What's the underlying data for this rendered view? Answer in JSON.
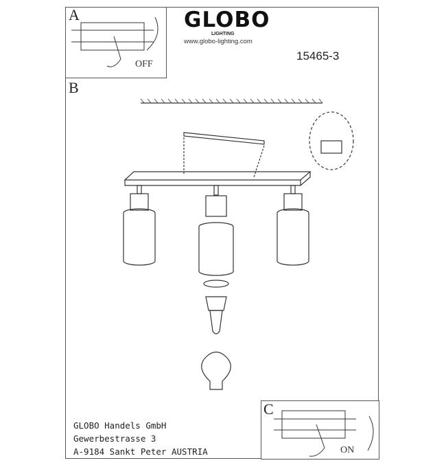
{
  "brand": {
    "name": "GLOBO",
    "sub": "LIGHTING",
    "url": "www.globo-lighting.com"
  },
  "model_number": "15465-3",
  "panels": {
    "a": {
      "label": "A",
      "state": "OFF"
    },
    "b": {
      "label": "B"
    },
    "c": {
      "label": "C",
      "state": "ON"
    }
  },
  "address": [
    "GLOBO Handels GmbH",
    "Gewerbestrasse 3",
    "A-9184 Sankt Peter AUSTRIA"
  ]
}
